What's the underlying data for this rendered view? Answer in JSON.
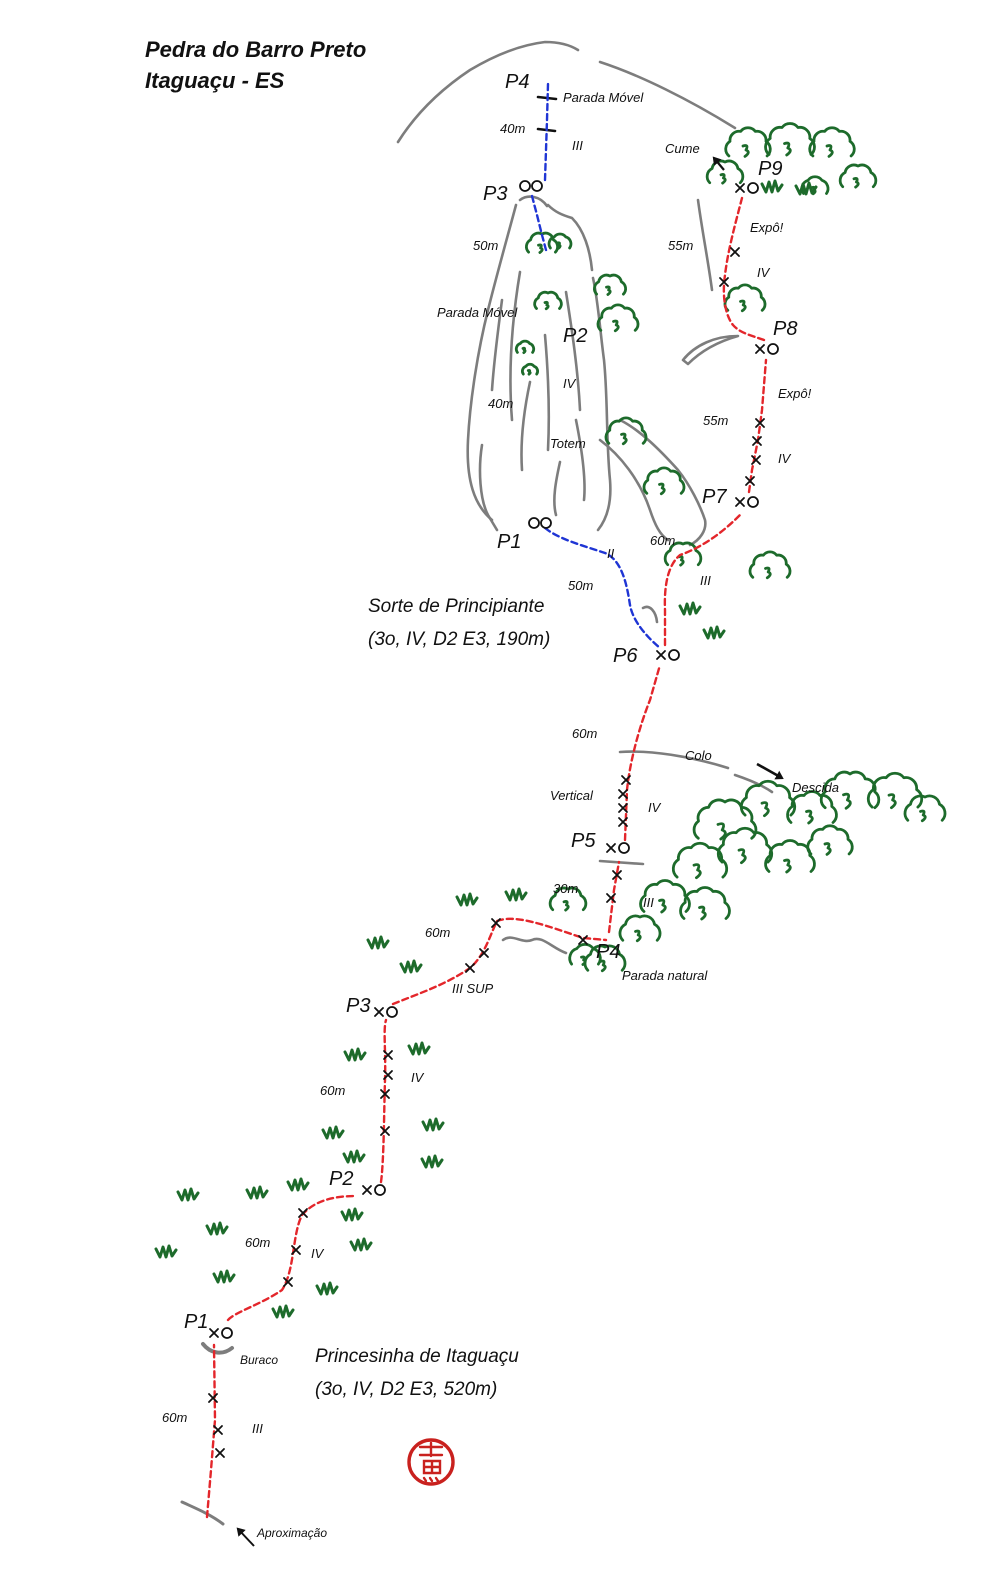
{
  "title": {
    "name": "Pedra do Barro Preto",
    "location": "Itaguaçu - ES"
  },
  "colors": {
    "princesinha_route": "#e3262b",
    "sorte_route": "#1f35d4",
    "belay_label": "#2030e0",
    "vegetation": "#1d6b2b",
    "rock": "#7d7d7d",
    "ink": "#111111",
    "seal": "#c9211e"
  },
  "icons": {
    "bolt": "bolt-icon",
    "anchor": "anchor-ring-icon",
    "bush": "bush-icon",
    "grass": "grass-tuft-icon",
    "arrow": "arrow-icon",
    "seal": "seal-icon"
  },
  "sorte": {
    "name": "Sorte de Principiante",
    "info": "(3o, IV, D2 E3, 190m)",
    "belays": {
      "p1": "P1",
      "p2": "P2",
      "p3": "P3",
      "p4": "P4"
    },
    "pitches": [
      {
        "length": "50m",
        "grade": "II"
      },
      {
        "length": "40m",
        "grade": "IV"
      },
      {
        "length": "50m"
      },
      {
        "length": "40m",
        "grade": "III"
      }
    ],
    "notes": {
      "parada_movel_p2": "Parada Móvel",
      "parada_movel_p4": "Parada Móvel",
      "totem": "Totem"
    }
  },
  "princesinha": {
    "name": "Princesinha de Itaguaçu",
    "info": "(3o, IV, D2 E3, 520m)",
    "belays": {
      "p1": "P1",
      "p2": "P2",
      "p3": "P3",
      "p4": "P4",
      "p5": "P5",
      "p6": "P6",
      "p7": "P7",
      "p8": "P8",
      "p9": "P9"
    },
    "pitches": [
      {
        "length": "60m",
        "grade": "III"
      },
      {
        "length": "60m",
        "grade": "IV"
      },
      {
        "length": "60m",
        "grade": "IV"
      },
      {
        "length": "60m",
        "grade": "III SUP"
      },
      {
        "length": "30m",
        "grade": "III"
      },
      {
        "length": "60m",
        "grade": "IV",
        "note": "Vertical"
      },
      {
        "length": "60m",
        "grade": "III"
      },
      {
        "length": "55m",
        "grade": "IV",
        "note": "Expô!"
      },
      {
        "length": "55m",
        "grade": "IV",
        "note": "Expô!"
      }
    ],
    "notes": {
      "approach": "Aproximação",
      "hole": "Buraco",
      "natural_belay": "Parada natural",
      "col": "Colo",
      "descent": "Descida",
      "summit": "Cume"
    }
  }
}
